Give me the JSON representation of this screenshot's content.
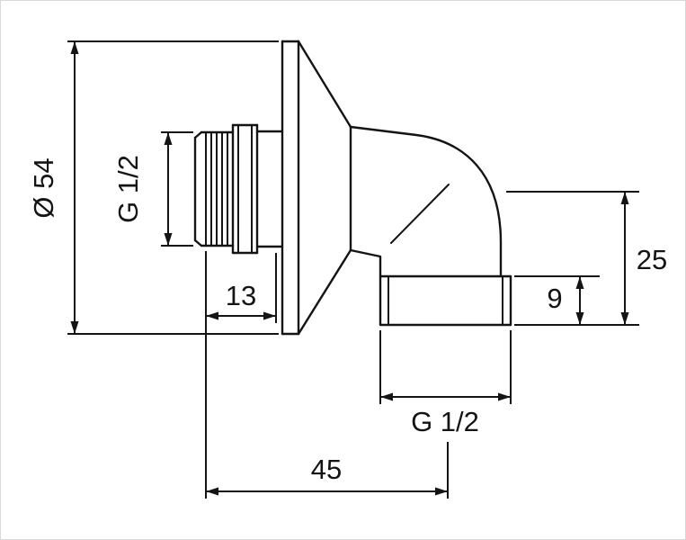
{
  "drawing": {
    "colors": {
      "line": "#141414",
      "background": "#ffffff"
    },
    "dimensions": {
      "flange_diameter": "Ø 54",
      "inlet_thread": "G 1/2",
      "inlet_length": "13",
      "outlet_offset": "25",
      "nut_height": "9",
      "outlet_thread": "G 1/2",
      "wall_distance": "45"
    }
  }
}
